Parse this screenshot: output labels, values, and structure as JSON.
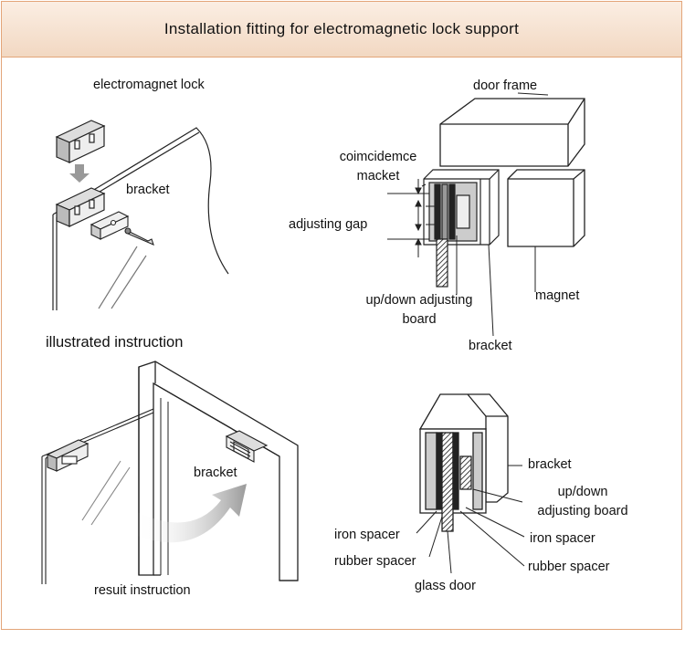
{
  "title": "Installation fitting for electromagnetic lock support",
  "labels": {
    "electromagnet_lock": "electromagnet lock",
    "bracket_top_left": "bracket",
    "illustrated_instruction": "illustrated instruction",
    "bracket_bottom_left": "bracket",
    "result_instruction": "resuit instruction",
    "door_frame": "door frame",
    "coincidence_line1": "coimcidemce",
    "coincidence_line2": "macket",
    "adjusting_gap": "adjusting gap",
    "updown_board_line1": "up/down adjusting",
    "updown_board_line2": "board",
    "magnet": "magnet",
    "bracket_top_right": "bracket",
    "bracket_bottom_right": "bracket",
    "updown_line1": "up/down",
    "updown_line2": "adjusting board",
    "iron_spacer_left": "iron spacer",
    "rubber_spacer_left": "rubber spacer",
    "iron_spacer_right": "iron spacer",
    "rubber_spacer_right": "rubber spacer",
    "glass_door": "glass door"
  },
  "colors": {
    "border": "#e3a579",
    "header_top": "#fbeee3",
    "header_bottom": "#f2d8c2",
    "line": "#111111"
  }
}
